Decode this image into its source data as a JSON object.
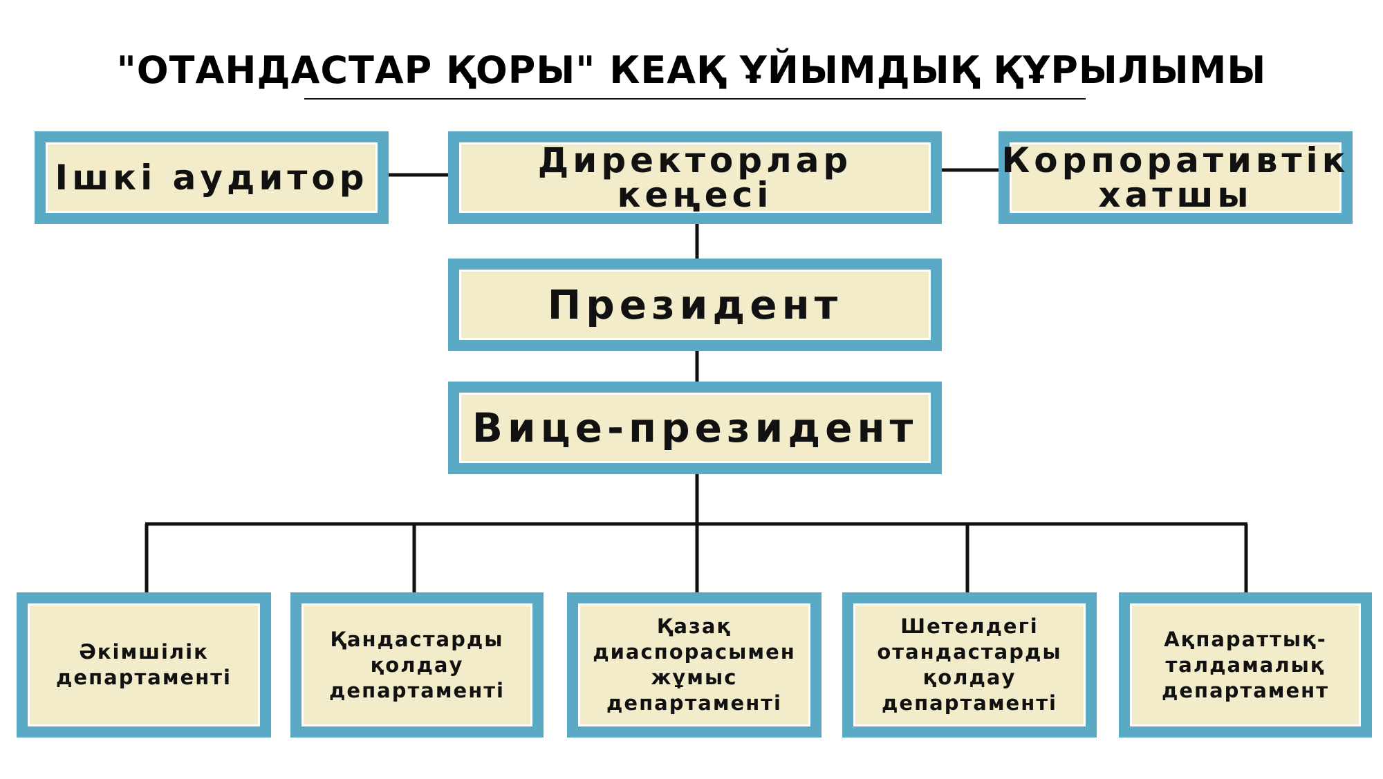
{
  "diagram": {
    "title": "\"ОТАНДАСТАР ҚОРЫ\" КЕАҚ ҰЙЫМДЫҚ ҚҰРЫЛЫМЫ",
    "top_row": {
      "internal_auditor": "Ішкі аудитор",
      "board_of_directors": "Директорлар\nкеңесі",
      "corporate_secretary": "Корпоративтік\nхатшы"
    },
    "president": "Президент",
    "vice_president": "Вице-президент",
    "departments": [
      "Әкімшілік\nдепартаменті",
      "Қандастарды\nқолдау\nдепартаменті",
      "Қазақ\nдиаспорасымен\nжұмыс\nдепартаменті",
      "Шетелдегі\nотандастарды\nқолдау\nдепартаменті",
      "Ақпараттық-\nталдамалық\nдепартамент"
    ]
  },
  "colors": {
    "box_fill": "#f3ecca",
    "box_border": "#5aaac5",
    "line": "#111111",
    "text": "#111111"
  }
}
